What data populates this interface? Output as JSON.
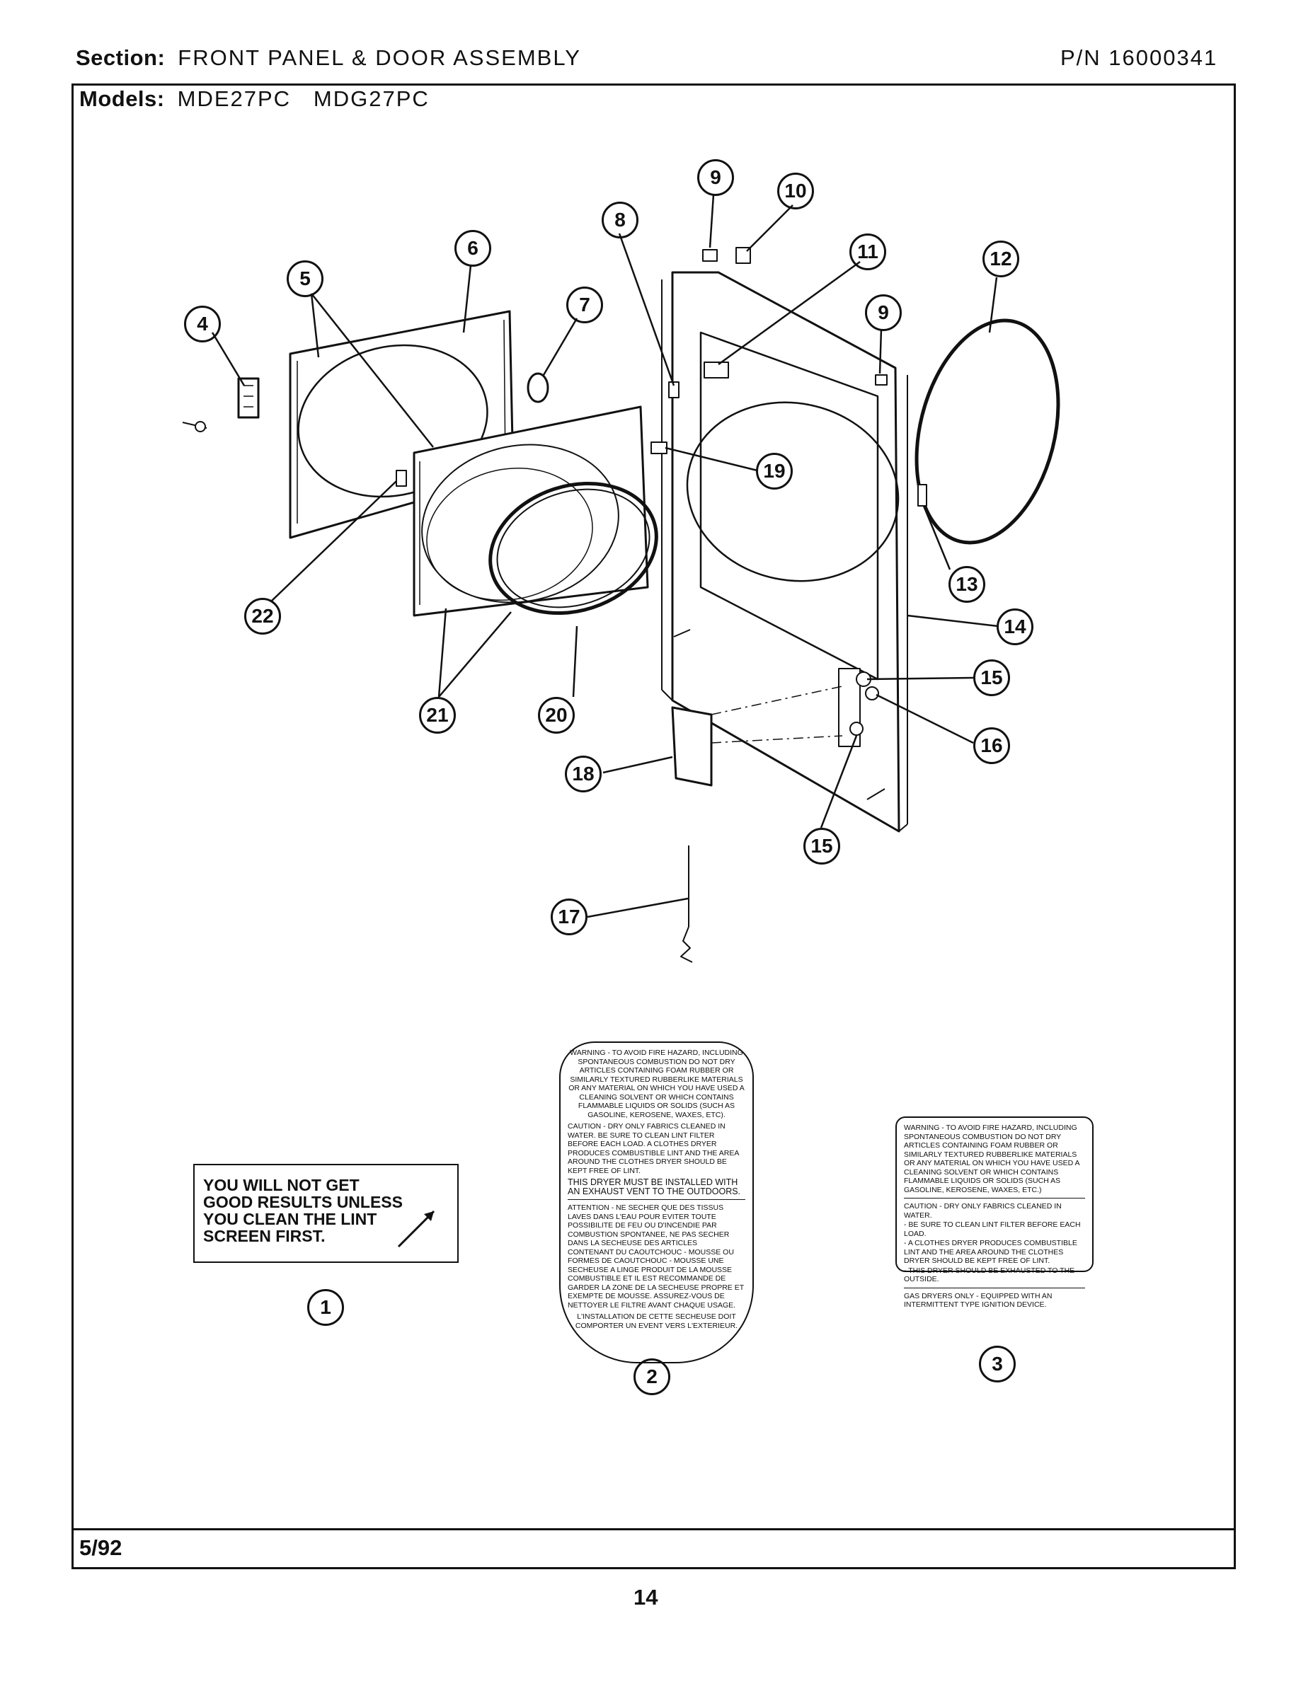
{
  "header": {
    "section_label": "Section:",
    "section_value": "FRONT PANEL & DOOR ASSEMBLY",
    "part_number": "P/N 16000341",
    "models_label": "Models:",
    "models_value": "MDE27PC   MDG27PC"
  },
  "footer": {
    "date_code": "5/92",
    "page_number": "14"
  },
  "callouts": [
    "1",
    "2",
    "3",
    "4",
    "5",
    "6",
    "7",
    "8",
    "9",
    "10",
    "11",
    "12",
    "13",
    "14",
    "15",
    "16",
    "17",
    "18",
    "19",
    "20",
    "21",
    "22"
  ],
  "label1": {
    "lines": [
      "YOU WILL NOT GET",
      "GOOD RESULTS UNLESS",
      "YOU CLEAN THE LINT",
      "SCREEN FIRST."
    ]
  },
  "label2": {
    "warning": "WARNING - TO AVOID FIRE HAZARD, INCLUDING SPONTANEOUS COMBUSTION DO NOT DRY ARTICLES CONTAINING FOAM RUBBER OR SIMILARLY TEXTURED RUBBERLIKE MATERIALS OR ANY MATERIAL ON WHICH YOU HAVE USED A CLEANING SOLVENT OR WHICH CONTAINS FLAMMABLE LIQUIDS OR SOLIDS (SUCH AS GASOLINE, KEROSENE, WAXES, ETC).",
    "caution": "CAUTION - DRY ONLY FABRICS CLEANED IN WATER. BE SURE TO CLEAN LINT FILTER BEFORE EACH LOAD. A CLOTHES DRYER PRODUCES COMBUSTIBLE LINT AND THE AREA AROUND THE CLOTHES DRYER SHOULD BE KEPT FREE OF LINT.",
    "exhaust": "THIS DRYER MUST BE INSTALLED WITH AN EXHAUST VENT TO THE OUTDOORS.",
    "attention": "ATTENTION - NE SECHER QUE DES TISSUS LAVES DANS L'EAU POUR EVITER TOUTE POSSIBILITE DE FEU OU D'INCENDIE PAR COMBUSTION SPONTANEE, NE PAS SECHER DANS LA SECHEUSE DES ARTICLES CONTENANT DU CAOUTCHOUC - MOUSSE OU FORMES DE CAOUTCHOUC - MOUSSE UNE SECHEUSE A LINGE PRODUIT DE LA MOUSSE COMBUSTIBLE ET IL EST RECOMMANDE DE GARDER LA ZONE DE LA SECHEUSE PROPRE ET EXEMPTE DE MOUSSE. ASSUREZ-VOUS DE NETTOYER LE FILTRE AVANT CHAQUE USAGE.",
    "installation": "L'INSTALLATION DE CETTE SECHEUSE DOIT COMPORTER UN EVENT VERS L'EXTERIEUR."
  },
  "label3": {
    "warning": "WARNING - TO AVOID FIRE HAZARD, INCLUDING SPONTANEOUS COMBUSTION DO NOT DRY ARTICLES CONTAINING FOAM RUBBER OR SIMILARLY TEXTURED RUBBERLIKE MATERIALS OR ANY MATERIAL ON WHICH YOU HAVE USED A CLEANING SOLVENT OR WHICH CONTAINS FLAMMABLE LIQUIDS OR SOLIDS (SUCH AS GASOLINE, KEROSENE, WAXES, ETC.)",
    "caution_head": "CAUTION - DRY ONLY FABRICS CLEANED IN WATER.",
    "caution_items": [
      "- BE SURE TO CLEAN LINT FILTER BEFORE EACH LOAD.",
      "- A CLOTHES DRYER PRODUCES COMBUSTIBLE LINT AND THE AREA AROUND THE CLOTHES DRYER SHOULD BE KEPT FREE OF LINT.",
      "- THIS DRYER SHOULD BE EXHAUSTED TO THE OUTSIDE."
    ],
    "gas": "GAS DRYERS ONLY - EQUIPPED WITH AN INTERMITTENT TYPE IGNITION DEVICE."
  }
}
